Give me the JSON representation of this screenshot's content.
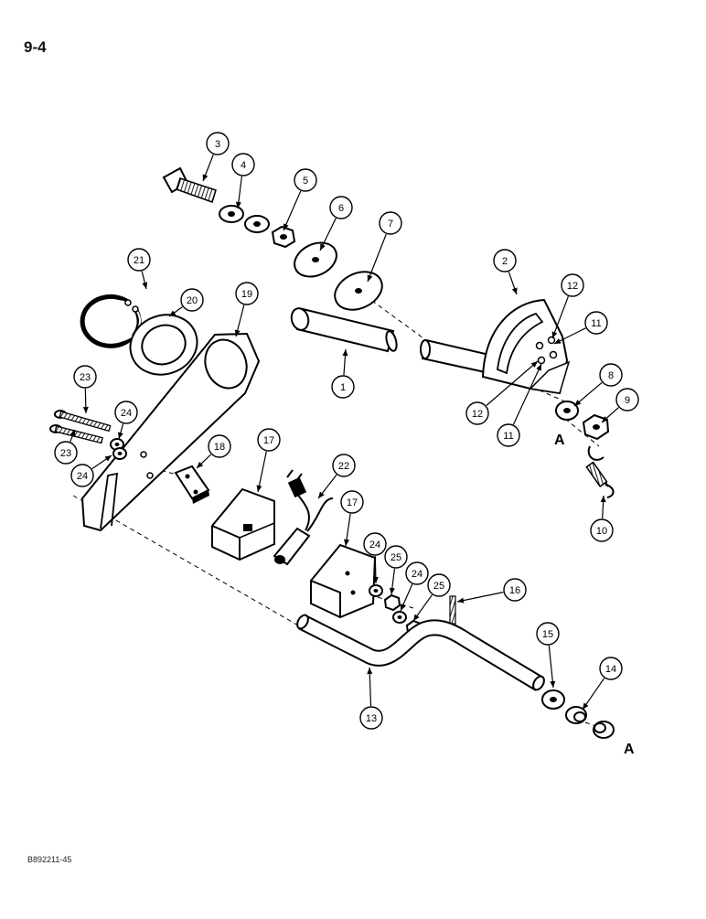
{
  "page_number": "9-4",
  "figure_code": "B892211-45",
  "ref_letter": "A",
  "callouts": [
    "1",
    "2",
    "3",
    "4",
    "5",
    "6",
    "7",
    "8",
    "9",
    "10",
    "11",
    "11",
    "12",
    "12",
    "13",
    "14",
    "15",
    "16",
    "17",
    "17",
    "18",
    "19",
    "20",
    "21",
    "22",
    "23",
    "23",
    "24",
    "24",
    "24",
    "24",
    "25",
    "25"
  ]
}
